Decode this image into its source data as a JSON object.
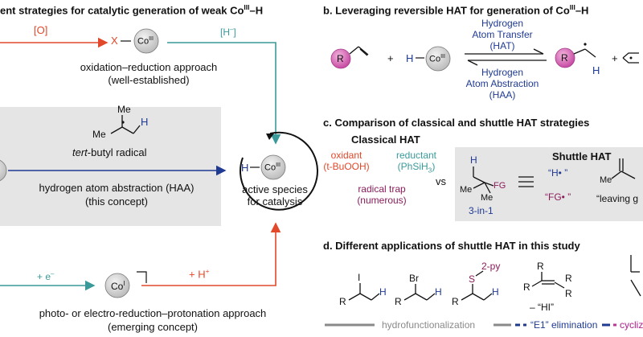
{
  "section_a": {
    "title": "ent strategies for catalytic generation of weak Co",
    "title_sup": "III",
    "title_tail": "–H",
    "ox_label": "[O]",
    "hydride_label": "[H",
    "hydride_sup": "–",
    "hydride_tail": "]",
    "x_label": "X",
    "co3": "Co",
    "co3_sup": "III",
    "ox_red_line1": "oxidation–reduction approach",
    "ox_red_line2": "(well-established)",
    "tbu_label": "tert",
    "tbu_rest": "-butyl radical",
    "haa_line1": "hydrogen atom abstraction (HAA)",
    "haa_line2": "(this concept)",
    "h_label": "H",
    "me_label": "Me",
    "active_line1": "active species",
    "active_line2": "for catalysis",
    "electron_label": "+ e",
    "electron_sup": "–",
    "co1": "Co",
    "co1_sup": "I",
    "proton_label": "+ H",
    "proton_sup": "+",
    "photo_line1": "photo- or electro-reduction–protonation approach",
    "photo_line2": "(emerging concept)"
  },
  "section_b": {
    "title": "b. Leveraging reversible HAT for generation of Co",
    "title_sup": "III",
    "title_tail": "–H",
    "hat_fwd1": "Hydrogen",
    "hat_fwd2": "Atom Transfer",
    "hat_fwd3": "(HAT)",
    "hat_rev1": "Hydrogen",
    "hat_rev2": "Atom Abstraction",
    "hat_rev3": "(HAA)",
    "r_label": "R",
    "plus": "+",
    "h_label": "H",
    "co3": "Co",
    "co3_sup": "III"
  },
  "section_c": {
    "title": "c. Comparison of classical and shuttle HAT strategies",
    "classical_title": "Classical HAT",
    "oxidant1": "oxidant",
    "oxidant2": "(t-BuOOH)",
    "reductant1": "reductant",
    "reductant2": "(PhSiH",
    "reductant_sub": "3",
    "reductant_tail": ")",
    "trap1": "radical trap",
    "trap2": "(numerous)",
    "vs": "vs",
    "shuttle_title": "Shuttle HAT",
    "h_dot": "“H• ”",
    "fg_dot": "“FG• ”",
    "three_in_one": "3-in-1",
    "leaving": "“leaving g",
    "fg": "FG",
    "me": "Me",
    "h": "H"
  },
  "section_d": {
    "title": "d. Different applications of shuttle HAT in this study",
    "i_label": "I",
    "br_label": "Br",
    "s_label": "S",
    "py_label": "2-py",
    "r_label": "R",
    "h_label": "H",
    "hi_label": "– “HI”",
    "legend_hydro": "hydrofunctionalization",
    "legend_e1": "“E1” elimination",
    "legend_cycl": "cycliz"
  },
  "colors": {
    "red": "#e2482a",
    "teal": "#3a9a9a",
    "blue": "#1f3a93",
    "maroon": "#8a1c5a",
    "magenta": "#c0349a",
    "gray_box": "#e5e5e5"
  }
}
